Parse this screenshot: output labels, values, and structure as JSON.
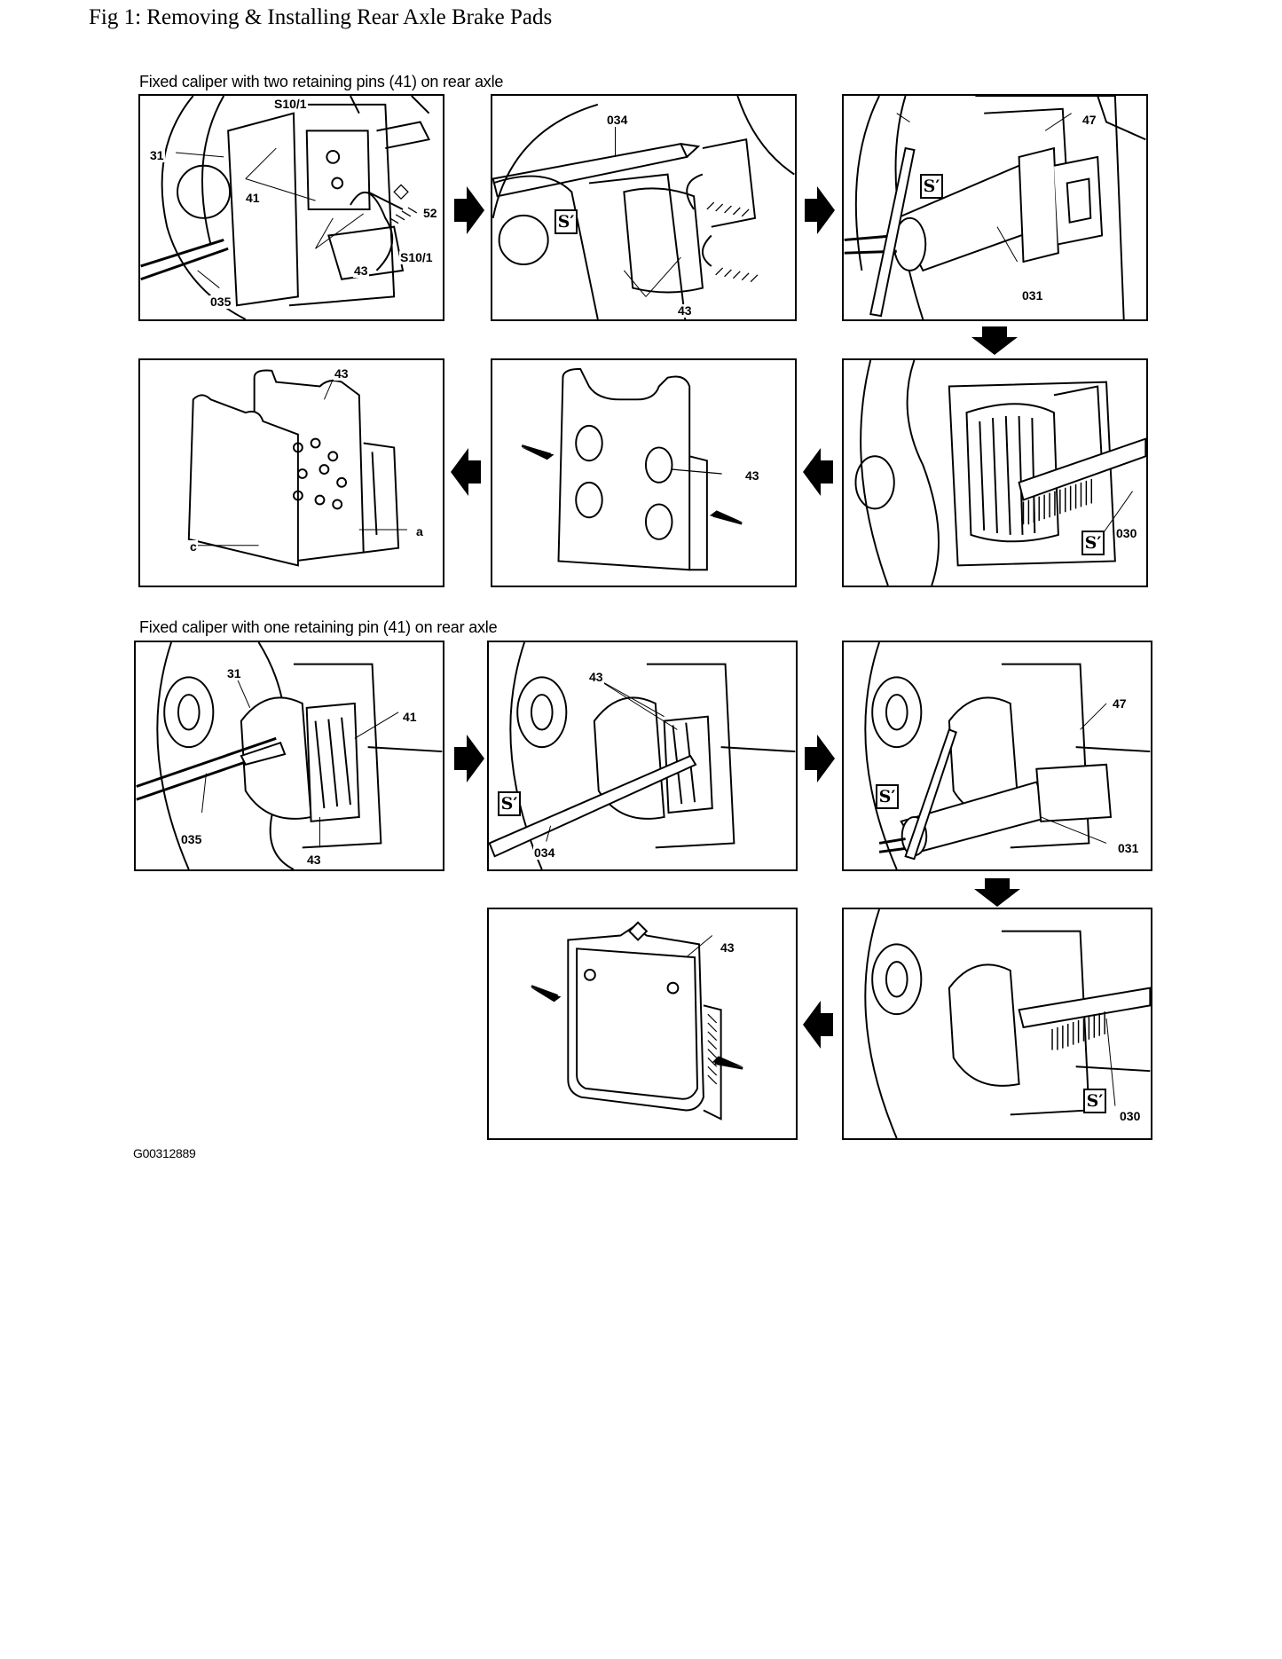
{
  "figure_title": "Fig 1: Removing & Installing Rear Axle Brake Pads",
  "section_two_pins": {
    "title": "Fixed caliper with two retaining pins (41) on rear axle",
    "panels": [
      {
        "labels": [
          "S10/1",
          "31",
          "41",
          "52",
          "43",
          "S10/1",
          "035"
        ]
      },
      {
        "labels": [
          "034",
          "43"
        ],
        "icon": "S"
      },
      {
        "labels": [
          "47",
          "031"
        ],
        "icon": "S"
      },
      {
        "labels": [
          "030"
        ],
        "icon": "S"
      },
      {
        "labels": [
          "43"
        ]
      },
      {
        "labels": [
          "43",
          "c",
          "a"
        ]
      }
    ]
  },
  "section_one_pin": {
    "title": "Fixed caliper with one retaining pin (41) on rear axle",
    "panels": [
      {
        "labels": [
          "31",
          "41",
          "035",
          "43"
        ]
      },
      {
        "labels": [
          "43",
          "034"
        ],
        "icon": "S"
      },
      {
        "labels": [
          "47",
          "031"
        ],
        "icon": "S"
      },
      {
        "labels": [
          "030"
        ],
        "icon": "S"
      },
      {
        "labels": [
          "43"
        ]
      }
    ]
  },
  "graphic_id": "G00312889",
  "special_tool_glyph": "S′"
}
